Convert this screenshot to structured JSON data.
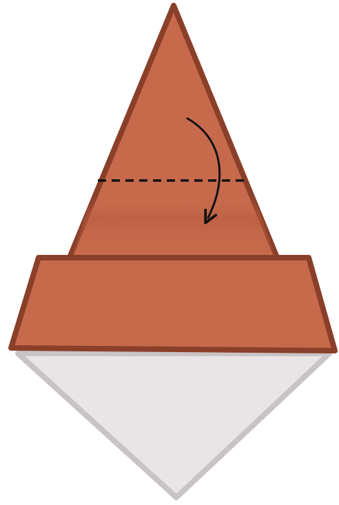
{
  "diagram": {
    "kind": "origami fold instruction",
    "fold_type": "valley fold",
    "fold_direction": "down",
    "colors": {
      "paper_front": "#c76a4c",
      "paper_front_shade": "#b85a3d",
      "paper_outline": "#8a3f29",
      "paper_back": "#e9e5e6",
      "paper_back_edge": "#c9c3c5",
      "fold_line": "#111111",
      "arrow": "#111111",
      "background": "#ffffff"
    }
  }
}
